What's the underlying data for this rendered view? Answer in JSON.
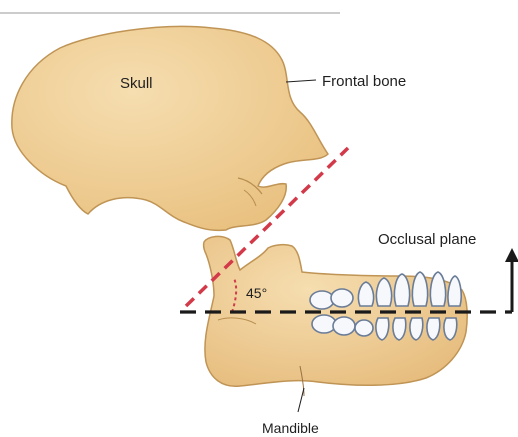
{
  "labels": {
    "skull": "Skull",
    "frontal_bone": "Frontal bone",
    "occlusal_plane": "Occlusal plane",
    "angle": "45°",
    "mandible": "Mandible"
  },
  "colors": {
    "bone_fill": "#f2d49c",
    "bone_stroke": "#bf9455",
    "red_dash": "#d23a4a",
    "black_dash": "#1a1a1a",
    "teeth_stroke": "#6a7c98",
    "teeth_fill": "#f6f8fb"
  }
}
